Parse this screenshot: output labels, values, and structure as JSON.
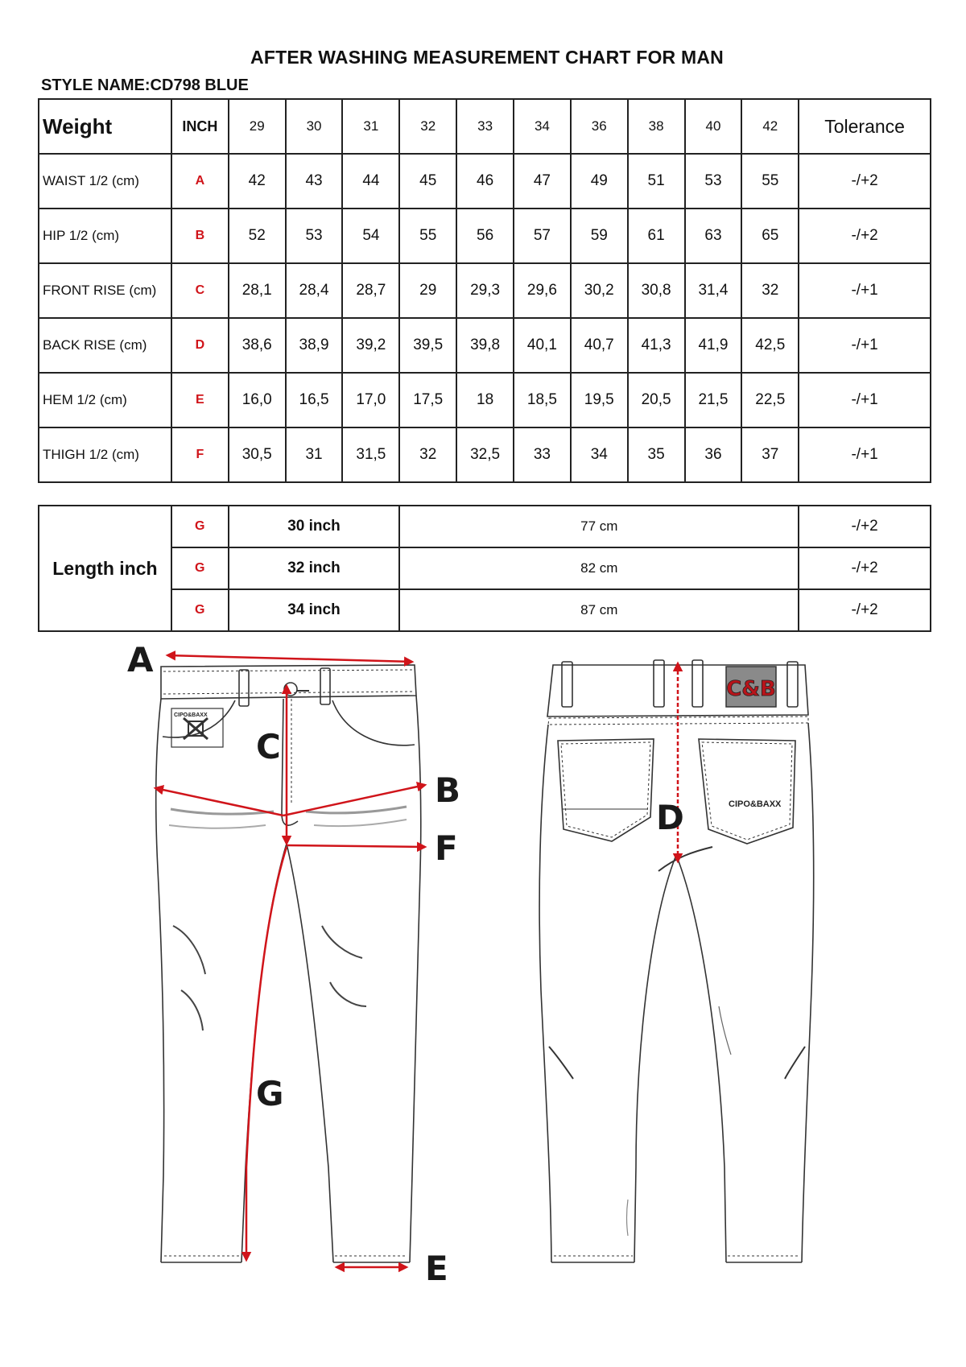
{
  "title": "AFTER WASHING MEASUREMENT CHART FOR MAN",
  "style_name": "STYLE NAME:CD798 BLUE",
  "table": {
    "header": {
      "weight": "Weight",
      "inch": "INCH",
      "sizes": [
        "29",
        "30",
        "31",
        "32",
        "33",
        "34",
        "36",
        "38",
        "40",
        "42"
      ],
      "tolerance": "Tolerance"
    },
    "rows": [
      {
        "label": "WAIST 1/2 (cm)",
        "code": "A",
        "values": [
          "42",
          "43",
          "44",
          "45",
          "46",
          "47",
          "49",
          "51",
          "53",
          "55"
        ],
        "tolerance": "-/+2"
      },
      {
        "label": "HIP 1/2 (cm)",
        "code": "B",
        "values": [
          "52",
          "53",
          "54",
          "55",
          "56",
          "57",
          "59",
          "61",
          "63",
          "65"
        ],
        "tolerance": "-/+2"
      },
      {
        "label": "FRONT RISE (cm)",
        "code": "C",
        "values": [
          "28,1",
          "28,4",
          "28,7",
          "29",
          "29,3",
          "29,6",
          "30,2",
          "30,8",
          "31,4",
          "32"
        ],
        "tolerance": "-/+1"
      },
      {
        "label": "BACK RISE (cm)",
        "code": "D",
        "values": [
          "38,6",
          "38,9",
          "39,2",
          "39,5",
          "39,8",
          "40,1",
          "40,7",
          "41,3",
          "41,9",
          "42,5"
        ],
        "tolerance": "-/+1"
      },
      {
        "label": "HEM 1/2  (cm)",
        "code": "E",
        "values": [
          "16,0",
          "16,5",
          "17,0",
          "17,5",
          "18",
          "18,5",
          "19,5",
          "20,5",
          "21,5",
          "22,5"
        ],
        "tolerance": "-/+1"
      },
      {
        "label": "THIGH 1/2 (cm)",
        "code": "F",
        "values": [
          "30,5",
          "31",
          "31,5",
          "32",
          "32,5",
          "33",
          "34",
          "35",
          "36",
          "37"
        ],
        "tolerance": "-/+1"
      }
    ]
  },
  "length": {
    "label": "Length inch",
    "rows": [
      {
        "code": "G",
        "inch": "30 inch",
        "cm": "77 cm",
        "tolerance": "-/+2"
      },
      {
        "code": "G",
        "inch": "32 inch",
        "cm": "82 cm",
        "tolerance": "-/+2"
      },
      {
        "code": "G",
        "inch": "34 inch",
        "cm": "87 cm",
        "tolerance": "-/+2"
      }
    ]
  },
  "diagram": {
    "labels": {
      "a": "A",
      "b": "B",
      "c": "C",
      "d": "D",
      "e": "E",
      "f": "F",
      "g": "G"
    },
    "front_pocket_brand": "CIPO&BAXX",
    "back_patch": "C&B",
    "back_pocket_brand": "CIPO&BAXX",
    "line_color": "#333333",
    "measure_color": "#d0141a"
  }
}
